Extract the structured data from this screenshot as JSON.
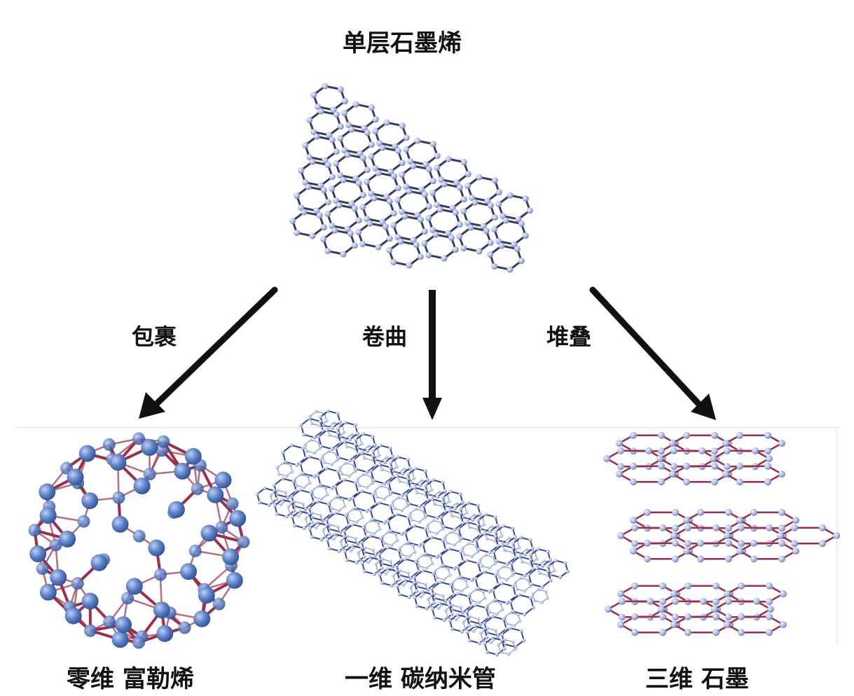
{
  "diagram": {
    "title": "单层石墨烯",
    "arrows": [
      {
        "label": "包裹"
      },
      {
        "label": "卷曲"
      },
      {
        "label": "堆叠"
      }
    ],
    "captions": [
      {
        "text": "零维 富勒烯"
      },
      {
        "text": "一维 碳纳米管"
      },
      {
        "text": "三维 石墨"
      }
    ]
  },
  "colors": {
    "atom": "#5b7fc4",
    "atom_dark": "#2f4f94",
    "bond_red": "#9b2f4a",
    "lattice_line": "#3a3a5a",
    "tube_line": "#2e3e7a",
    "arrow": "#111111"
  }
}
